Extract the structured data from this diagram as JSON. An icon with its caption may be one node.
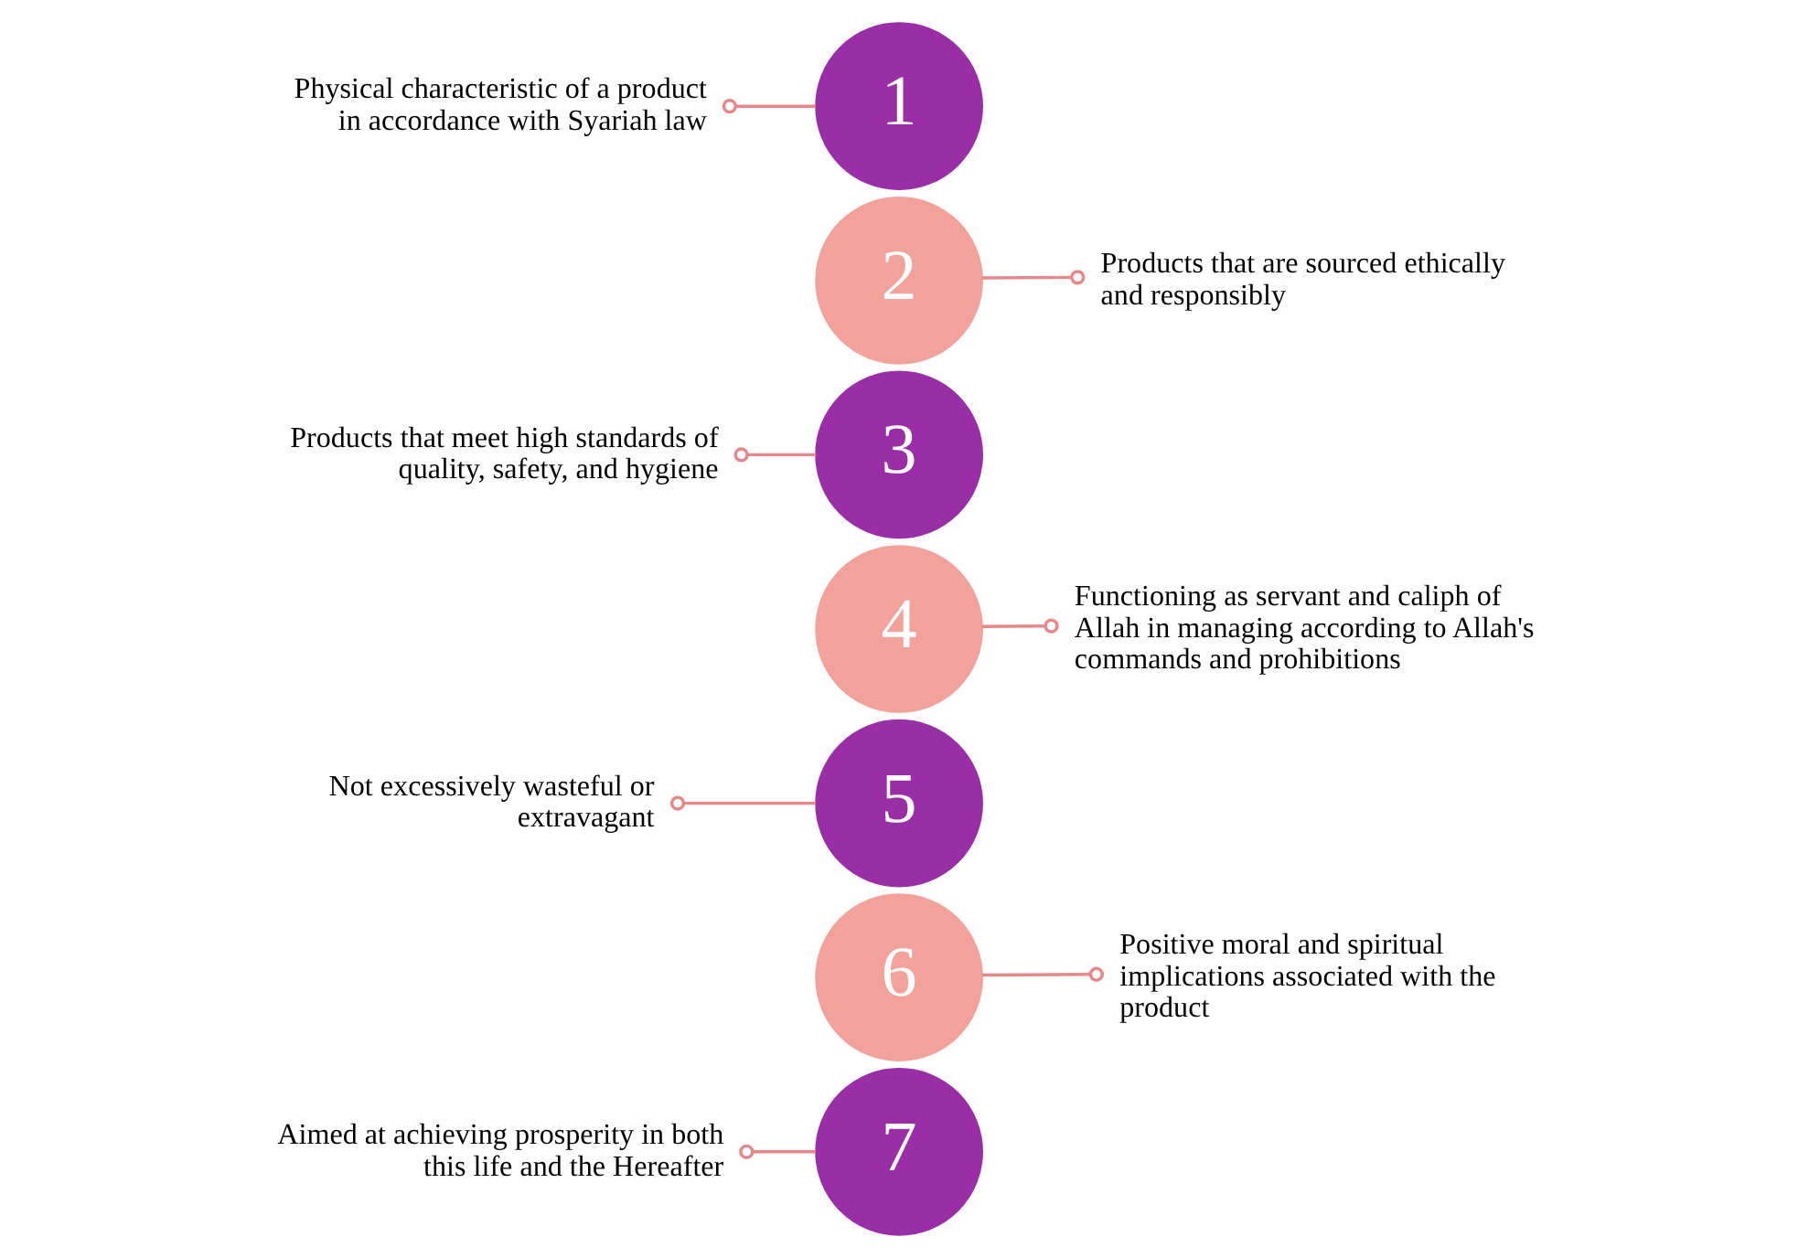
{
  "diagram": {
    "nodes": [
      {
        "text": [
          "Physical characteristic of a product in accordance with Syariah law"
        ]
      },
      {
        "text": [
          "1"
        ]
      },
      {
        "text": [
          "2"
        ]
      },
      {
        "text": [
          "Products that are sourced ethically and responsibly"
        ]
      },
      {
        "text": [
          "Products that meet high standards of quality, safety, and hygiene"
        ]
      },
      {
        "text": [
          "3"
        ]
      },
      {
        "text": [
          "4"
        ]
      },
      {
        "text": [
          "Functioning as servant and caliph of Allah in managing according to Allah's commands and prohibitions"
        ]
      },
      {
        "text": [
          "Not excessively wasteful or extravagant"
        ]
      },
      {
        "text": [
          "5"
        ]
      },
      {
        "text": [
          "6"
        ]
      },
      {
        "text": [
          "Positive moral and spiritual implications associated with the product"
        ]
      },
      {
        "text": [
          "Aimed at achieving prosperity in both this life and the Hereafter"
        ]
      },
      {
        "text": [
          "7"
        ]
      }
    ],
    "edges": [
      {
        "from": 0,
        "to": 1,
        "arrow": "other"
      },
      {
        "from": 3,
        "to": 2,
        "arrow": "other"
      },
      {
        "from": 4,
        "to": 5,
        "arrow": "other"
      },
      {
        "from": 7,
        "to": 6,
        "arrow": "other"
      },
      {
        "from": 8,
        "to": 9,
        "arrow": "other"
      },
      {
        "from": 11,
        "to": 10,
        "arrow": "other"
      },
      {
        "from": 12,
        "to": 13,
        "arrow": "other"
      }
    ]
  }
}
